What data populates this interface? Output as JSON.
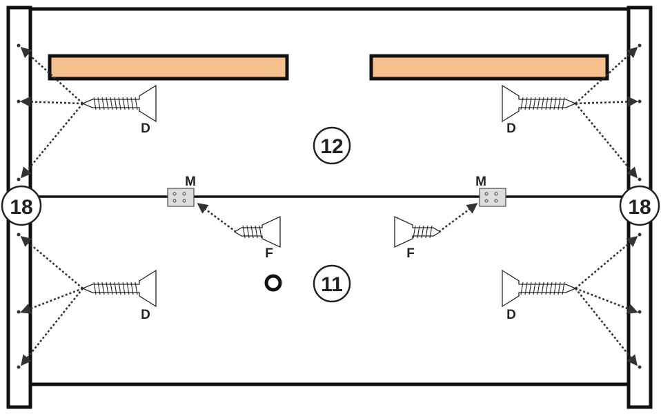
{
  "colors": {
    "panel_stroke": "#111111",
    "board_fill": "#f6c08d",
    "bracket_fill": "#dddddd",
    "leader": "#333333"
  },
  "parts": {
    "upper_panel": "12",
    "lower_panel": "11",
    "side_panel": "18"
  },
  "fasteners": {
    "screw_d": "D",
    "screw_f": "F",
    "bracket_m": "M"
  },
  "icons": [
    "screw-icon",
    "bracket-icon",
    "ring-icon",
    "hole-marker-icon"
  ]
}
